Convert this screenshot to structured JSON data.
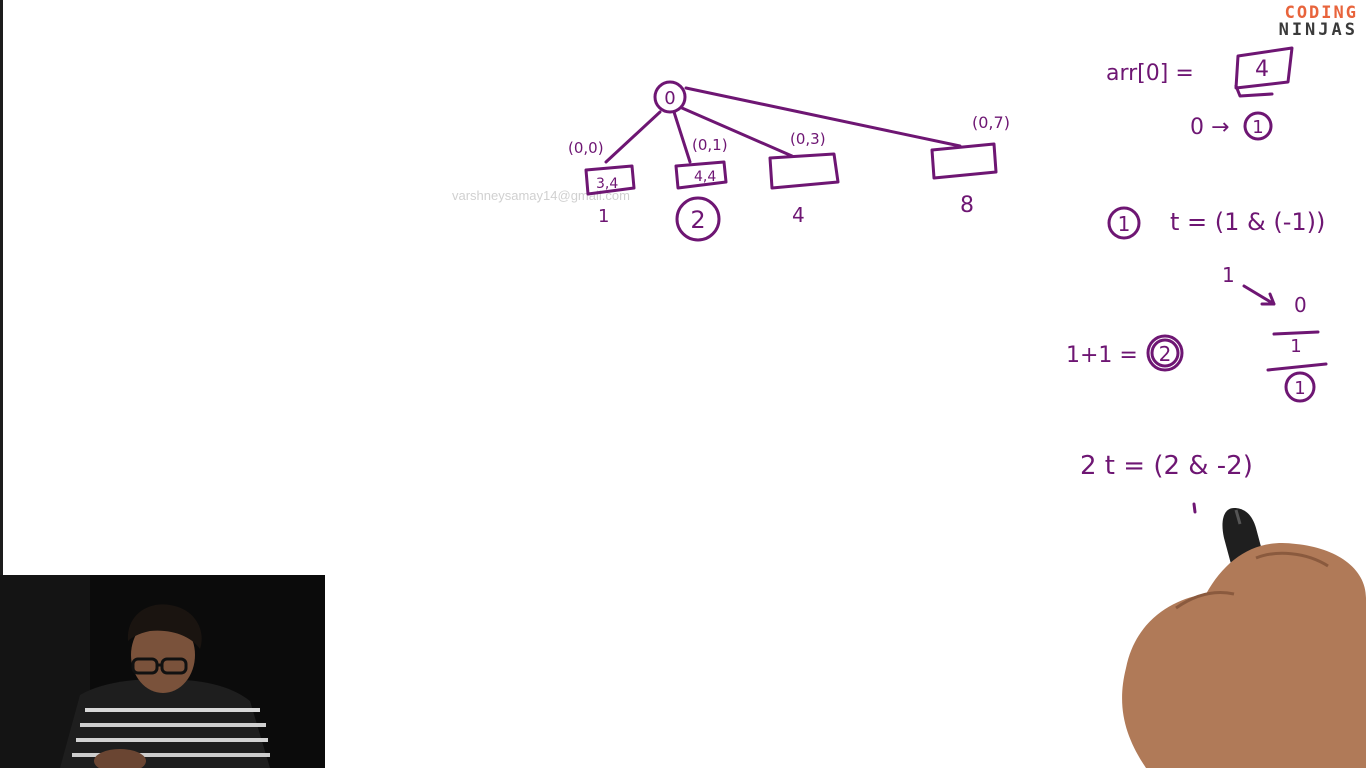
{
  "watermark": "varshneysamay14@gmail.com",
  "logo": {
    "line1": "CODING",
    "line2": "NINJAS"
  },
  "tree": {
    "root": "0",
    "children": [
      {
        "range": "(0,0)",
        "box_value": "3,4",
        "index": "1"
      },
      {
        "range": "(0,1)",
        "box_value": "4,4",
        "index": "2"
      },
      {
        "range": "(0,3)",
        "box_value": "",
        "index": "4"
      },
      {
        "range": "(0,7)",
        "box_value": "",
        "index": "8"
      }
    ]
  },
  "notes": {
    "arr_label": "arr[0] =",
    "arr_box": "4",
    "map_left": "0 →",
    "map_right": "1",
    "eq1_circle": "1",
    "eq1": "t = (1 & (-1))",
    "one": "1",
    "arrow_zero": "0",
    "div_numer": "1",
    "div_result": "1",
    "eq2_left": "1+1 =",
    "eq2_circle": "2",
    "eq3": "2 t = (2 & -2)"
  },
  "colors": {
    "ink": "#6e1673",
    "logo_accent": "#e8643c"
  }
}
